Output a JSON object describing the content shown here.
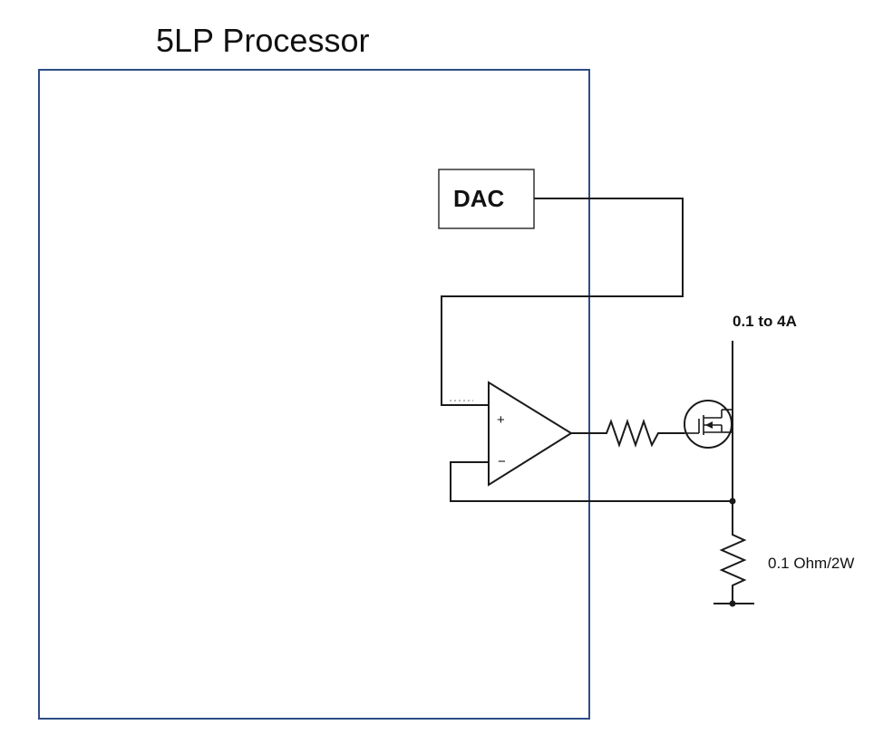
{
  "diagram": {
    "title": "5LP Processor",
    "dac_label": "DAC",
    "opamp_plus": "+",
    "opamp_minus": "−",
    "current_label": "0.1 to 4A",
    "sense_resistor_label": "0.1 Ohm/2W"
  },
  "colors": {
    "processor_border": "#2d4d86",
    "wire": "#1a1a1a",
    "background": "#ffffff"
  },
  "icons": [
    "nmos-transistor-icon",
    "resistor-icon",
    "ground-icon",
    "opamp-icon"
  ]
}
